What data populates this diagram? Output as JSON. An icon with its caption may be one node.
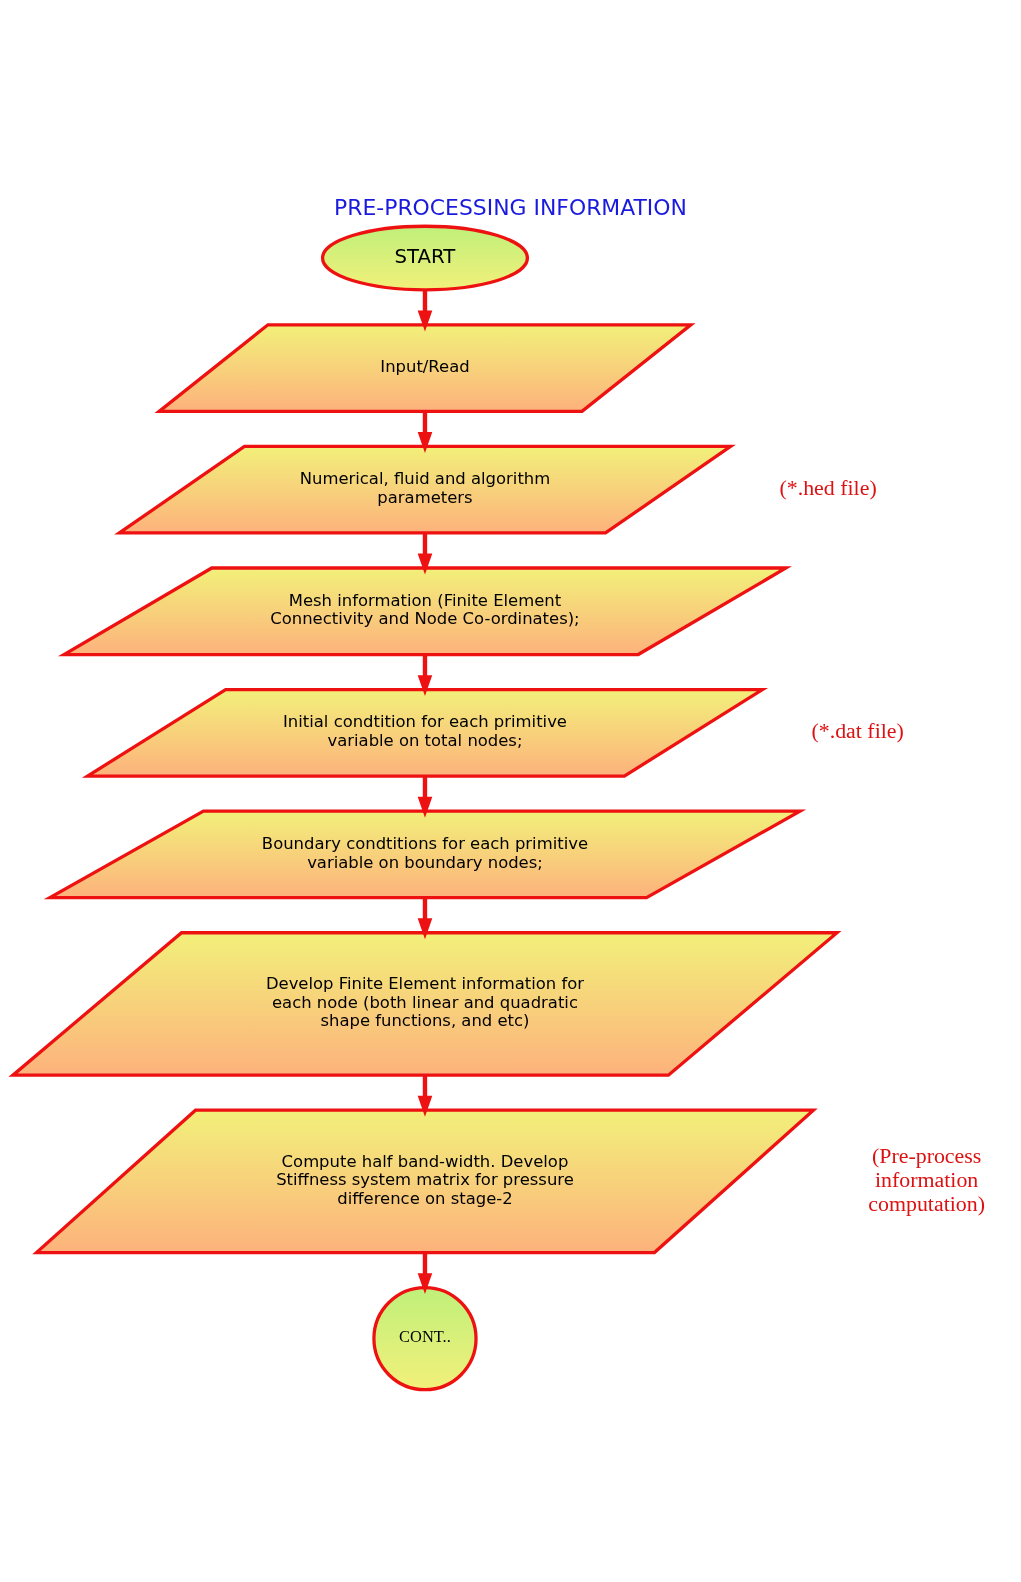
{
  "diagram": {
    "title": "PRE-PROCESSING INFORMATION",
    "nodes": [
      {
        "text": [
          "START"
        ]
      },
      {
        "text": [
          "Input/Read"
        ]
      },
      {
        "text": [
          "Numerical, fluid and algorithm parameters"
        ]
      },
      {
        "text": [
          "Mesh information (Finite Element Connectivity and Node Co-ordinates);"
        ]
      },
      {
        "text": [
          "Initial condtition for each primitive variable on total nodes;"
        ]
      },
      {
        "text": [
          "Boundary condtitions for each primitive variable on boundary nodes;"
        ]
      },
      {
        "text": [
          "Develop Finite Element information for each node (both linear and quadratic shape functions, and etc)"
        ]
      },
      {
        "text": [
          "Compute half band-width. Develop Stiffness system matrix for pressure difference on stage-2"
        ]
      },
      {
        "text": [
          "CONT.."
        ]
      }
    ],
    "edges": [
      {
        "from": 0,
        "to": 1,
        "arrow": "to"
      },
      {
        "from": 1,
        "to": 2,
        "arrow": "to"
      },
      {
        "from": 2,
        "to": 3,
        "arrow": "to"
      },
      {
        "from": 3,
        "to": 4,
        "arrow": "to"
      },
      {
        "from": 4,
        "to": 5,
        "arrow": "to"
      },
      {
        "from": 5,
        "to": 6,
        "arrow": "to"
      },
      {
        "from": 6,
        "to": 7,
        "arrow": "to"
      },
      {
        "from": 7,
        "to": 8,
        "arrow": "to"
      }
    ],
    "labels": [
      "(*.hed file)",
      "(*.dat file)",
      "(Pre-process information computation)"
    ]
  }
}
